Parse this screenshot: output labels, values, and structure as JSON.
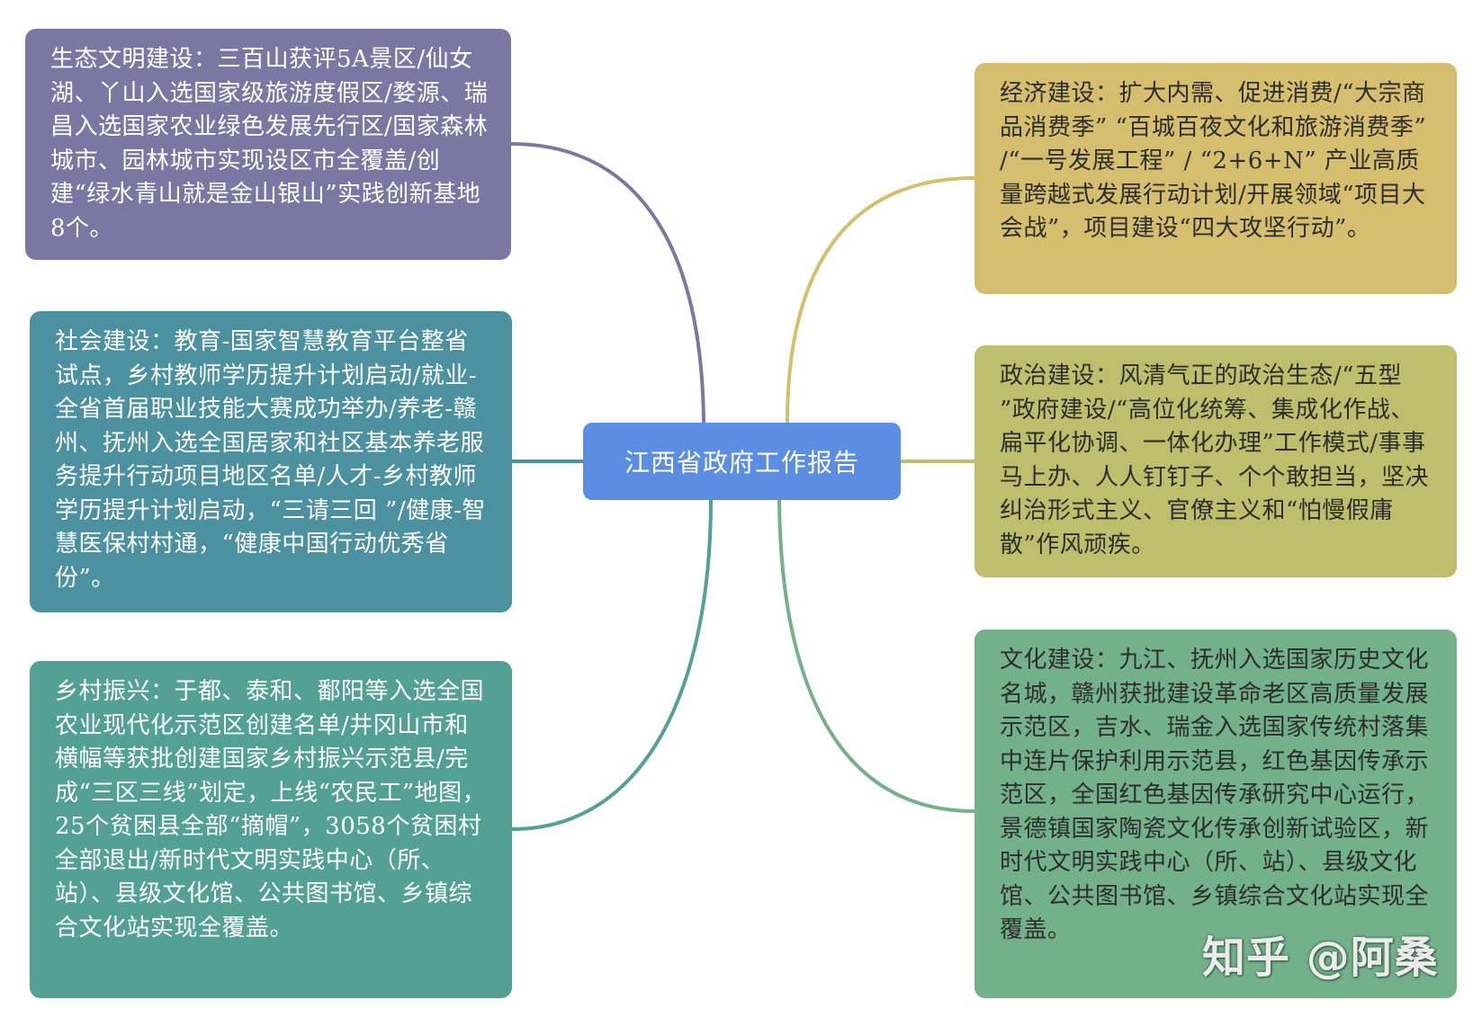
{
  "central_topic": "江西省政府工作报告",
  "nodes": {
    "ecological": {
      "text": "生态文明建设：三百山获评5A景区/仙女湖、丫山入选国家级旅游度假区/婺源、瑞昌入选国家农业绿色发展先行区/国家森林城市、园林城市实现设区市全覆盖/创建“绿水青山就是金山银山”实践创新基地8个。",
      "color": "#7c76a3"
    },
    "social": {
      "text": "社会建设：教育-国家智慧教育平台整省试点，乡村教师学历提升计划启动/就业-全省首届职业技能大赛成功举办/养老-赣州、抚州入选全国居家和社区基本养老服务提升行动项目地区名单/人才-乡村教师学历提升计划启动，“三请三回 ”/健康-智慧医保村村通，“健康中国行动优秀省份”。",
      "color": "#4c919f"
    },
    "rural": {
      "text": "乡村振兴：于都、泰和、鄱阳等入选全国农业现代化示范区创建名单/井冈山市和横幅等获批创建国家乡村振兴示范县/完成“三区三线”划定，上线“农民工”地图，25个贫困县全部“摘帽”，3058个贫困村全部退出/新时代文明实践中心（所、站）、县级文化馆、公共图书馆、乡镇综合文化站实现全覆盖。",
      "color": "#52a194"
    },
    "economic": {
      "text": "经济建设：扩大内需、促进消费/“大宗商品消费季” “百城百夜文化和旅游消费季” /“一号发展工程” / “2+6+N” 产业高质量跨越式发展行动计划/开展领域“项目大会战”，项目建设“四大攻坚行动”。",
      "color": "#d5be6d"
    },
    "political": {
      "text": "政治建设：风清气正的政治生态/“五型 ”政府建设/“高位化统筹、集成化作战、扁平化协调、一体化办理”工作模式/事事马上办、人人钉钉子、个个敢担当，坚决纠治形式主义、官僚主义和“怕慢假庸散”作风顽疾。",
      "color": "#bdbf6c"
    },
    "cultural": {
      "text": "文化建设：九江、抚州入选国家历史文化名城，赣州获批建设革命老区高质量发展示范区，吉水、瑞金入选国家传统村落集中连片保护利用示范县，红色基因传承示范区，全国红色基因传承研究中心运行，景德镇国家陶瓷文化传承创新试验区，新时代文明实践中心（所、站）、县级文化馆、公共图书馆、乡镇综合文化站实现全覆盖。",
      "color": "#72b18a"
    }
  },
  "center_color": "#5b8ee2",
  "watermark": "知乎 @阿桑"
}
